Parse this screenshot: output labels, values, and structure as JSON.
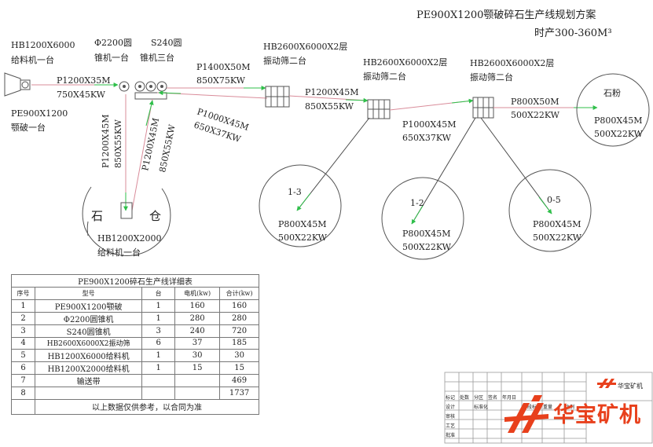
{
  "title": {
    "line1": "PE900X1200颚破碎石生产线规划方案",
    "line2": "时产300-360M³"
  },
  "equipment_labels": {
    "feeder_top": [
      "HB1200X6000",
      "给料机一台"
    ],
    "cone_2200": [
      "Φ2200圆",
      "锥机一台"
    ],
    "cone_s240": [
      "S240圆",
      "锥机三台"
    ],
    "jaw": [
      "PE900X1200",
      "颚破一台"
    ],
    "screen_1": [
      "HB2600X6000X2层",
      "振动筛二台"
    ],
    "screen_2": [
      "HB2600X6000X2层",
      "振动筛二台"
    ],
    "screen_3": [
      "HB2600X6000X2层",
      "振动筛二台"
    ],
    "feeder_bottom": [
      "HB1200X2000",
      "给料机一台"
    ],
    "stockpile": [
      "石",
      "仓"
    ]
  },
  "conveyors": {
    "c1": [
      "P1200X35M",
      "750X45KW"
    ],
    "c2": [
      "P1400X50M",
      "850X75KW"
    ],
    "c3": [
      "P1000X45M",
      "650X37KW"
    ],
    "c4": [
      "P1200X45M",
      "850X55KW"
    ],
    "c5": [
      "P1000X45M",
      "650X37KW"
    ],
    "c6": [
      "P800X50M",
      "500X22KW"
    ],
    "v1": [
      "P1200X45M",
      "850X55KW"
    ],
    "v2": [
      "P1200X45M",
      "850X55KW"
    ]
  },
  "products": [
    {
      "label": "1-3",
      "spec": [
        "P800X45M",
        "500X22KW"
      ]
    },
    {
      "label": "1-2",
      "spec": [
        "P800X45M",
        "500X22KW"
      ]
    },
    {
      "label": "0-5",
      "spec": [
        "P800X45M",
        "500X22KW"
      ]
    },
    {
      "label": "石粉",
      "spec": [
        "P800X45M",
        "500X22KW"
      ]
    }
  ],
  "table": {
    "caption": "PE900X1200碎石生产线详细表",
    "headers": [
      "序号",
      "型号",
      "台",
      "电机(kw)",
      "合计(kw)"
    ],
    "rows": [
      [
        "1",
        "PE900X1200颚破",
        "1",
        "160",
        "160"
      ],
      [
        "2",
        "Φ2200圆锥机",
        "1",
        "280",
        "280"
      ],
      [
        "3",
        "S240圆锥机",
        "3",
        "240",
        "720"
      ],
      [
        "4",
        "HB2600X6000X2振动筛",
        "6",
        "37",
        "185"
      ],
      [
        "5",
        "HB1200X6000给料机",
        "1",
        "30",
        "30"
      ],
      [
        "6",
        "HB1200X2000给料机",
        "1",
        "15",
        "15"
      ],
      [
        "7",
        "输送带",
        "",
        "",
        "469"
      ],
      [
        "8",
        "",
        "",
        "",
        "1737"
      ]
    ],
    "footer": "以上数据仅供参考，以合同为准"
  },
  "title_block": {
    "company_small": "华宝矿机",
    "company_large": "华宝矿机",
    "cells": [
      "标记",
      "处数",
      "分区",
      "签名",
      "年月日",
      "设计",
      "标准化",
      "阶段标记",
      "重量",
      "比例",
      "审核",
      "工艺",
      "批准"
    ]
  },
  "colors": {
    "pipe": "#d98c9a",
    "arrow": "#2fbf4a",
    "brand": "#e8401c"
  }
}
